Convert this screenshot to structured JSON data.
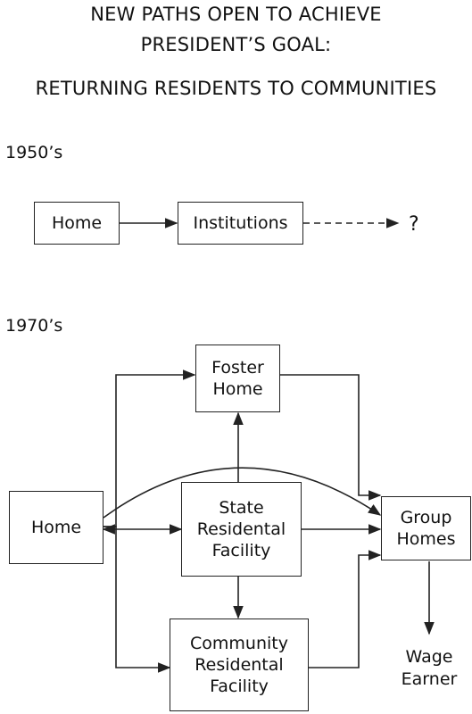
{
  "title": {
    "line1": "NEW PATHS OPEN TO ACHIEVE",
    "line2": "PRESIDENT’S GOAL:",
    "line3": "RETURNING RESIDENTS TO COMMUNITIES"
  },
  "era_1950": {
    "label": "1950’s",
    "home": "Home",
    "institutions": "Institutions",
    "unknown": "?"
  },
  "era_1970": {
    "label": "1970’s",
    "home": "Home",
    "foster_home": "Foster\nHome",
    "state_facility": "State\nResidental\nFacility",
    "group_homes": "Group\nHomes",
    "community_facility": "Community\nResidental\nFacility",
    "wage_earner": "Wage\nEarner"
  }
}
